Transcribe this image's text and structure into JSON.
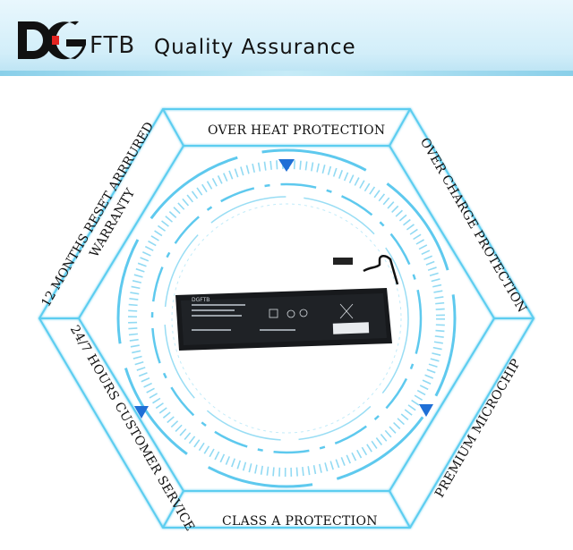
{
  "header": {
    "brand_mark": "DG",
    "brand_suffix": "FTB",
    "title": "Quality Assurance"
  },
  "features": {
    "top": "OVER HEAT PROTECTION",
    "upper_right": "OVER CHARGE PROTECTION",
    "lower_right": "PREMIUM MICROCHIP",
    "bottom": "CLASS A PROTECTION",
    "lower_left": "24/7 HOURS CUSTOMER SERVICE",
    "upper_left_line1": "12 MONTHS RESET ARRRURED",
    "upper_left_line2": "WARRANTY"
  },
  "product": {
    "image": "laptop-battery",
    "brand_print": "DGFTB"
  },
  "colors": {
    "accent": "#29a9e1",
    "hex_line": "#4cc3ec",
    "arrow": "#1f6fd6",
    "battery": "#17191c"
  }
}
